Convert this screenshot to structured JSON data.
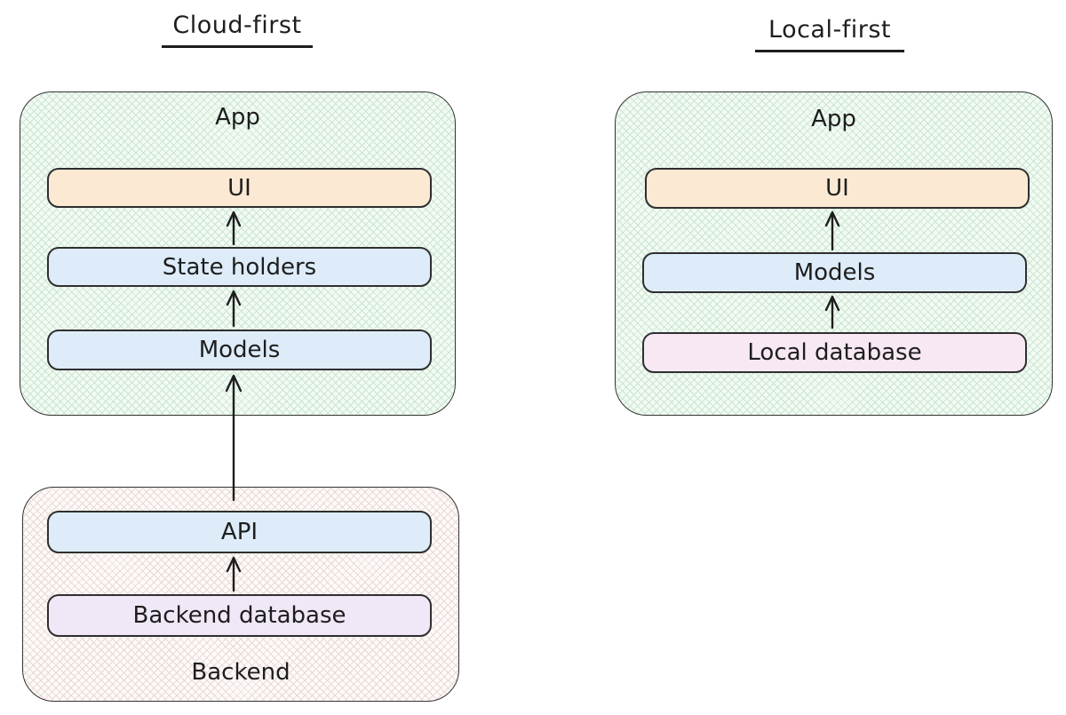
{
  "colors": {
    "background": "#ffffff",
    "ink": "#1e1e1e",
    "box_border": "#2f2f2f",
    "peach_fill": "#fbe9d4",
    "blue_fill": "#ddecf8",
    "lavender_fill": "#f0e7f7",
    "pink_fill": "#f7e8f3",
    "green_hatch_base": "#f3faf4",
    "green_hatch_line": "#c9e6d0",
    "red_hatch_base": "#fdfaf9",
    "red_hatch_line": "#e9d8d3"
  },
  "cloud_first": {
    "title": "Cloud-first",
    "app": {
      "label": "App",
      "ui": "UI",
      "state_holders": "State holders",
      "models": "Models"
    },
    "backend": {
      "label": "Backend",
      "api": "API",
      "backend_database": "Backend database"
    }
  },
  "local_first": {
    "title": "Local-first",
    "app": {
      "label": "App",
      "ui": "UI",
      "models": "Models",
      "local_database": "Local database"
    }
  },
  "edges": [
    {
      "diagram": "cloud-first",
      "from": "State holders",
      "to": "UI"
    },
    {
      "diagram": "cloud-first",
      "from": "Models",
      "to": "State holders"
    },
    {
      "diagram": "cloud-first",
      "from": "API",
      "to": "Models"
    },
    {
      "diagram": "cloud-first",
      "from": "Backend database",
      "to": "API"
    },
    {
      "diagram": "local-first",
      "from": "Models",
      "to": "UI"
    },
    {
      "diagram": "local-first",
      "from": "Local database",
      "to": "Models"
    }
  ]
}
